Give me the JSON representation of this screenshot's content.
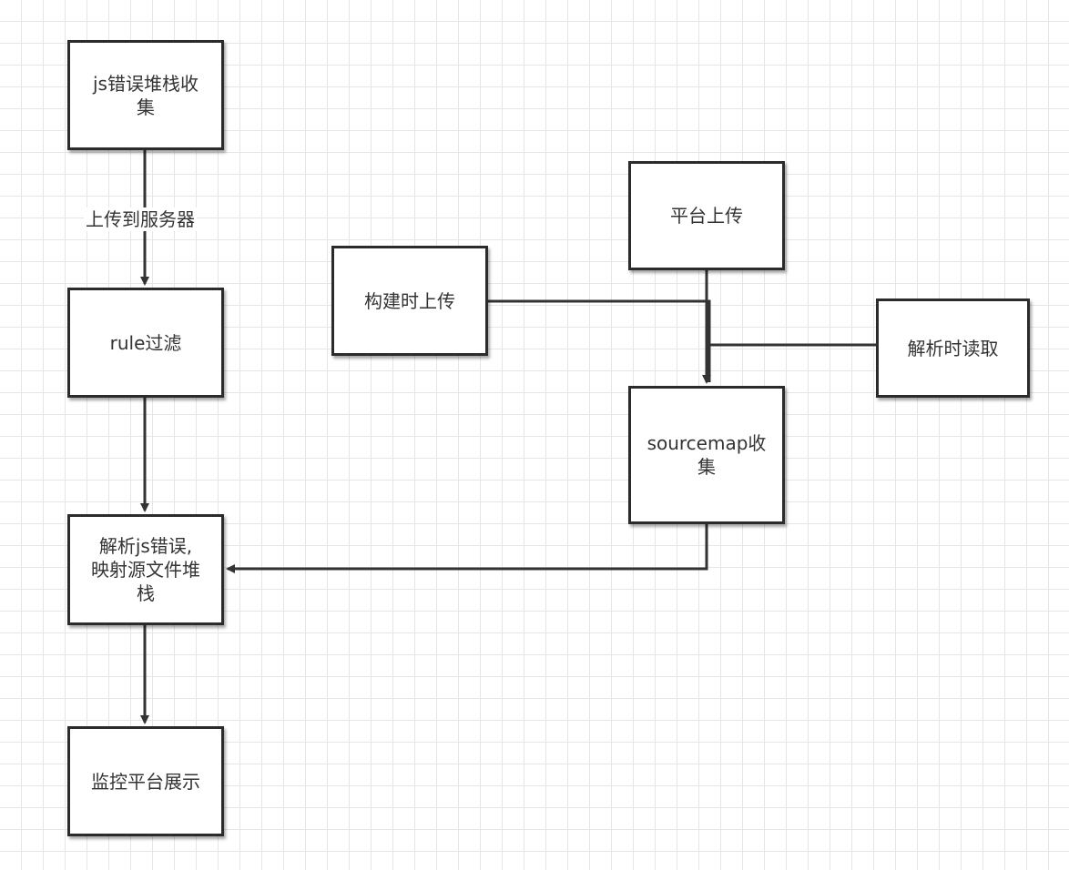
{
  "nodes": {
    "js_error_collect": "js错误堆栈收\n集",
    "rule_filter": "rule过滤",
    "parse_js_error": "解析js错误,\n映射源文件堆\n栈",
    "monitor_display": "监控平台展示",
    "platform_upload": "平台上传",
    "build_upload": "构建时上传",
    "parse_read": "解析时读取",
    "sourcemap_collect": "sourcemap收\n集"
  },
  "edges": {
    "upload_to_server": "上传到服务器"
  }
}
